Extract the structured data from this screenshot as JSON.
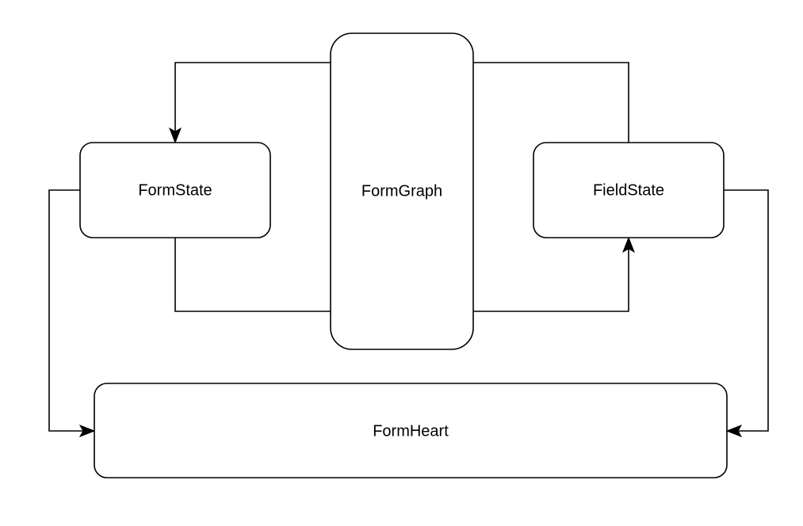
{
  "diagram": {
    "nodes": {
      "form_graph": {
        "label": "FormGraph"
      },
      "form_state": {
        "label": "FormState"
      },
      "field_state": {
        "label": "FieldState"
      },
      "form_heart": {
        "label": "FormHeart"
      }
    },
    "edges": [
      {
        "from": "FormGraph",
        "to": "FormState"
      },
      {
        "from": "FormState",
        "to": "FieldState"
      },
      {
        "from": "FieldState",
        "to": "FormState"
      },
      {
        "from": "FormState",
        "to": "FormHeart"
      },
      {
        "from": "FieldState",
        "to": "FormHeart"
      }
    ],
    "colors": {
      "stroke": "#000000",
      "fill": "#ffffff",
      "text": "#000000"
    }
  }
}
